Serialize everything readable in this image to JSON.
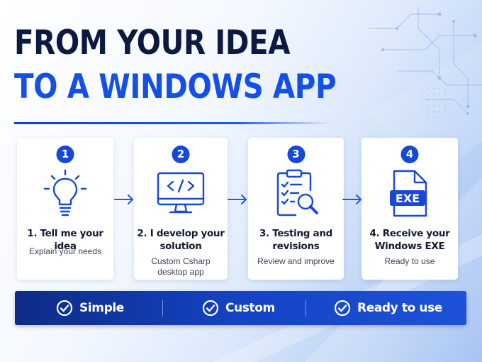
{
  "headline": {
    "line1": "FROM YOUR IDEA",
    "line2": "TO A WINDOWS APP"
  },
  "steps": [
    {
      "number": "1",
      "title": "1. Tell me your idea",
      "desc": "Explain your needs",
      "icon": "lightbulb-icon"
    },
    {
      "number": "2",
      "title": "2. I develop your solution",
      "desc": "Custom Csharp desktop app",
      "icon": "code-monitor-icon"
    },
    {
      "number": "3",
      "title": "3. Testing and revisions",
      "desc": "Review and improve",
      "icon": "clipboard-magnifier-icon"
    },
    {
      "number": "4",
      "title": "4. Receive your Windows EXE",
      "desc": "Ready to use",
      "icon": "exe-file-icon",
      "file_label": "EXE"
    }
  ],
  "features": [
    {
      "label": "Simple",
      "icon": "check-circle-icon"
    },
    {
      "label": "Custom",
      "icon": "check-circle-icon"
    },
    {
      "label": "Ready to use",
      "icon": "check-circle-icon"
    }
  ],
  "colors": {
    "navy": "#0c1a42",
    "accent_blue": "#1450e6",
    "bar_blue": "#1443c4",
    "white": "#ffffff"
  }
}
